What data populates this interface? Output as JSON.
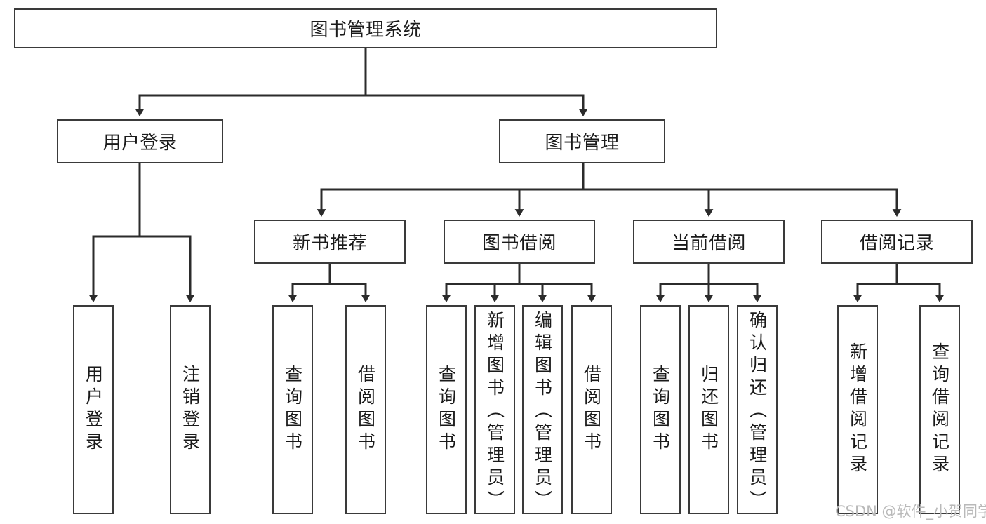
{
  "diagram": {
    "type": "tree",
    "title": "图书管理系统",
    "watermark": "CSDN @软件_小贺同学",
    "colors": {
      "background": "#ffffff",
      "box_border": "#3a3a3a",
      "box_fill": "#ffffff",
      "connector": "#2b2b2b",
      "text": "#1a1a1a",
      "watermark": "#b9b9b9"
    },
    "root": {
      "label": "图书管理系统"
    },
    "level2": [
      {
        "label": "用户登录"
      },
      {
        "label": "图书管理"
      }
    ],
    "level3": [
      {
        "label": "新书推荐"
      },
      {
        "label": "图书借阅"
      },
      {
        "label": "当前借阅"
      },
      {
        "label": "借阅记录"
      }
    ],
    "leaves": {
      "user_login": [
        {
          "label": "用户登录"
        },
        {
          "label": "注销登录"
        }
      ],
      "new_book_recommend": [
        {
          "label": "查询图书"
        },
        {
          "label": "借阅图书"
        }
      ],
      "book_borrow": [
        {
          "label": "查询图书"
        },
        {
          "label": "新增图书（管理员）"
        },
        {
          "label": "编辑图书（管理员）"
        },
        {
          "label": "借阅图书"
        }
      ],
      "current_borrow": [
        {
          "label": "查询图书"
        },
        {
          "label": "归还图书"
        },
        {
          "label": "确认归还（管理员）"
        }
      ],
      "borrow_record": [
        {
          "label": "新增借阅记录"
        },
        {
          "label": "查询借阅记录"
        }
      ]
    }
  }
}
